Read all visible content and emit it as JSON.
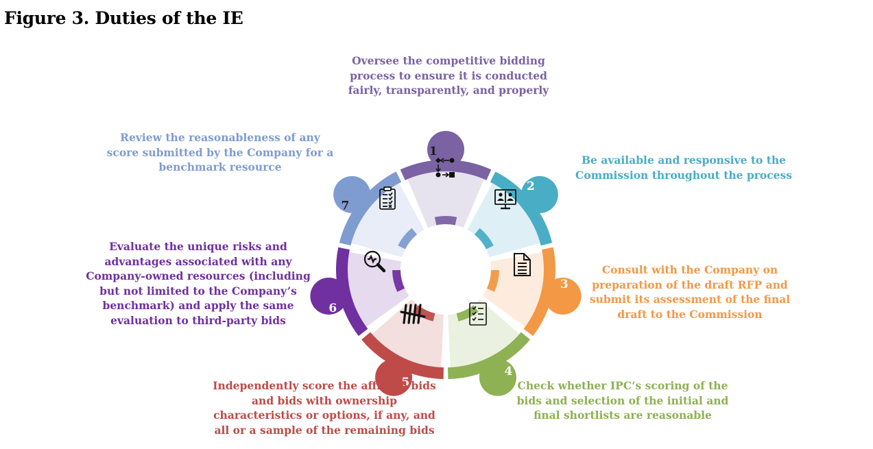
{
  "figure_title": "Figure 3. Duties of the IE",
  "colors": {
    "d1": "#7B62A3",
    "d2": "#4AADC6",
    "d3": "#F39845",
    "d4": "#8DB153",
    "d5": "#BE4B48",
    "d6": "#7030A0",
    "d7": "#7F9CD0"
  },
  "duties": [
    {
      "number": "1",
      "icon": "process-flow-icon",
      "lines": [
        "Oversee the competitive bidding",
        "process to ensure it is conducted",
        "fairly, transparently, and properly"
      ]
    },
    {
      "number": "2",
      "icon": "monitor-users-icon",
      "lines": [
        "Be available and responsive to the",
        "Commission throughout the process"
      ]
    },
    {
      "number": "3",
      "icon": "document-icon",
      "lines": [
        "Consult with the Company on",
        "preparation of the draft RFP and",
        "submit its assessment of the final",
        "draft to the Commission"
      ]
    },
    {
      "number": "4",
      "icon": "checklist-icon",
      "lines": [
        "Check whether IPC’s scoring of the",
        "bids and selection of the initial and",
        "final shortlists are reasonable"
      ]
    },
    {
      "number": "5",
      "icon": "tally-marks-icon",
      "lines": [
        "Independently score the affiliate bids",
        "and bids with ownership",
        "characteristics or options, if any, and",
        "all or a sample of the remaining bids"
      ]
    },
    {
      "number": "6",
      "icon": "magnifier-pulse-icon",
      "lines": [
        "Evaluate the unique risks and",
        "advantages associated with any",
        "Company-owned resources (including",
        "but not limited to the Company’s",
        "benchmark) and apply the same",
        "evaluation to third-party bids"
      ]
    },
    {
      "number": "7",
      "icon": "clipboard-checklist-icon",
      "lines": [
        "Review the reasonableness of any",
        "score submitted by the Company for a",
        "benchmark resource"
      ]
    }
  ]
}
